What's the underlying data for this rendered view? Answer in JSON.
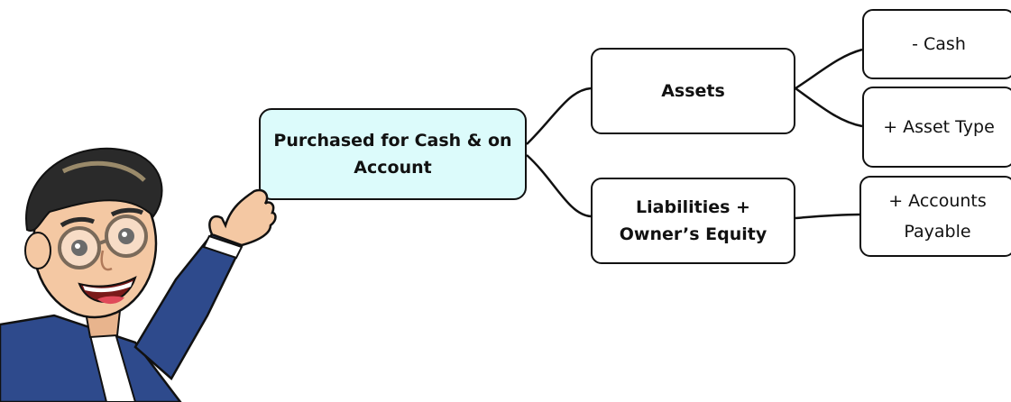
{
  "diagram": {
    "root": {
      "line1": "Purchased for Cash & on",
      "line2": "Account",
      "fill": "#dcfbfb"
    },
    "assets": {
      "label": "Assets"
    },
    "liabilities": {
      "line1": "Liabilities +",
      "line2": "Owner’s Equity"
    },
    "cash": {
      "label": "- Cash"
    },
    "asset_type": {
      "label": "+ Asset Type"
    },
    "accounts_payable": {
      "line1": "+ Accounts",
      "line2": "Payable"
    }
  },
  "character": {
    "icon": "cartoon-presenter-avatar",
    "suit_color": "#2e4a8c",
    "skin_color": "#f4c8a3",
    "hair_color": "#2a2a2a"
  }
}
